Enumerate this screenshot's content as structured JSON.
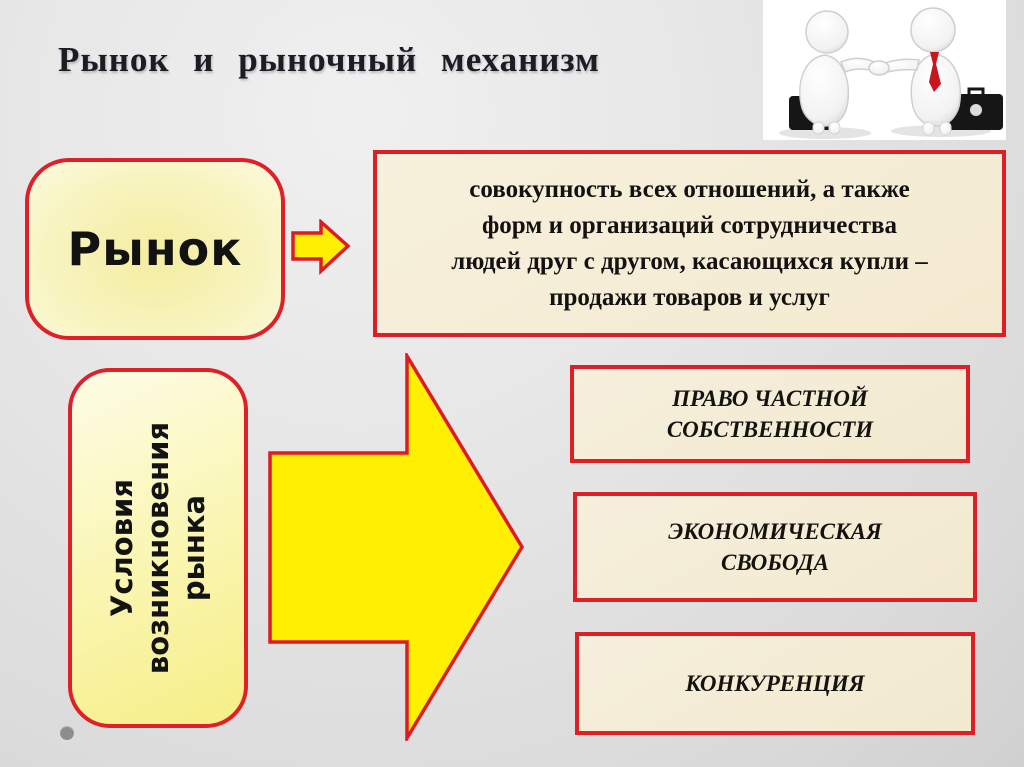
{
  "slide": {
    "title": "Рынок и рыночный механизм"
  },
  "market_box": {
    "label": "Рынок"
  },
  "definition_box": {
    "text": "совокупность всех отношений, а также форм и организаций сотрудничества людей друг с другом, касающихся купли – продажи товаров и услуг",
    "lines": [
      "совокупность всех отношений, а также",
      "форм и организаций сотрудничества",
      "людей друг с другом, касающихся купли –",
      "продажи товаров и услуг"
    ]
  },
  "conditions_box": {
    "label": "Условия возникновения рынка",
    "lines": [
      "Условия",
      "возникновения",
      "рынка"
    ]
  },
  "results": [
    {
      "label": "ПРАВО ЧАСТНОЙ СОБСТВЕННОСТИ",
      "lines": [
        "ПРАВО ЧАСТНОЙ",
        "СОБСТВЕННОСТИ"
      ]
    },
    {
      "label": "ЭКОНОМИЧЕСКАЯ СВОБОДА",
      "lines": [
        "ЭКОНОМИЧЕСКАЯ",
        "СВОБОДА"
      ]
    },
    {
      "label": "КОНКУРЕНЦИЯ",
      "lines": [
        "КОНКУРЕНЦИЯ"
      ]
    }
  ],
  "icons": {
    "handshake_image": "businessmen-handshake-3d-figures",
    "small_arrow": "arrow-right",
    "big_arrow": "arrow-right"
  },
  "colors": {
    "accent_red": "#dc2026",
    "arrow_yellow": "#ffef00",
    "box_cream": "#f3ead0",
    "box_yellow": "#f6ee86",
    "title_text": "#1c1c24",
    "background_gray": "#dadada",
    "tie_red": "#c9151d",
    "briefcase_black": "#161616"
  }
}
